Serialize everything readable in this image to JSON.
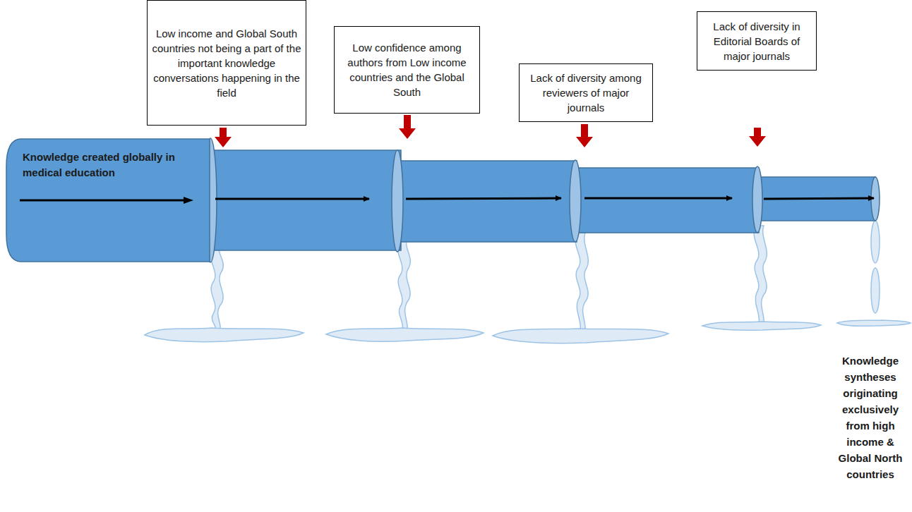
{
  "diagram": {
    "nodes": [
      {
        "text": [
          "Low income and Global South countries not being a part of the important knowledge conversations happening in the field"
        ]
      },
      {
        "text": [
          "Low confidence among authors from Low income countries and the Global South"
        ]
      },
      {
        "text": [
          "Lack of diversity among reviewers of major journals"
        ]
      },
      {
        "text": [
          "Lack of diversity in Editorial Boards of major journals"
        ]
      },
      {
        "text": [
          "Knowledge created globally in medical education"
        ]
      }
    ],
    "labels": [
      "Knowledge syntheses originating exclusively from high income & Global North countries"
    ]
  }
}
